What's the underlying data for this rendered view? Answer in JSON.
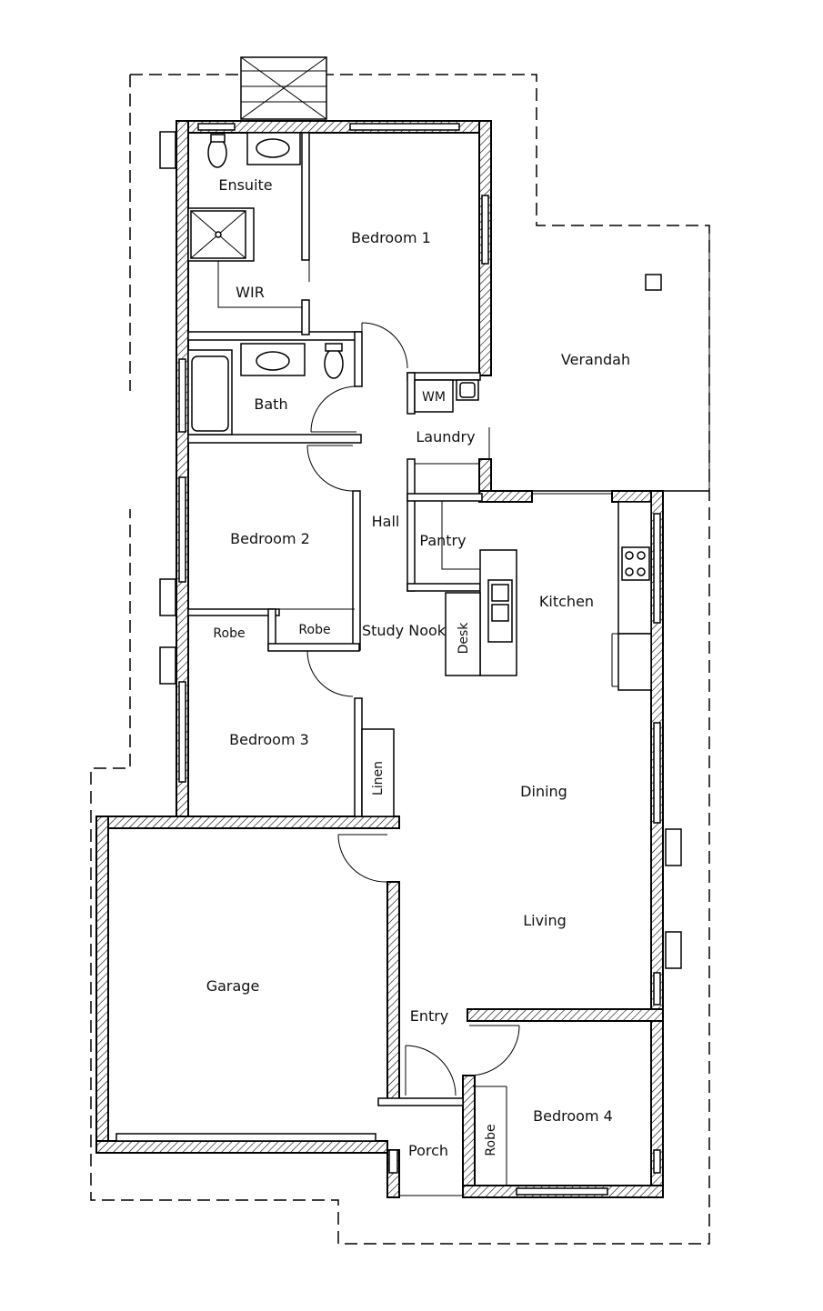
{
  "rooms": {
    "ensuite": "Ensuite",
    "bedroom1": "Bedroom 1",
    "wir": "WIR",
    "verandah": "Verandah",
    "bath": "Bath",
    "wm": "WM",
    "laundry": "Laundry",
    "hall": "Hall",
    "bedroom2": "Bedroom 2",
    "pantry": "Pantry",
    "kitchen": "Kitchen",
    "robe_bed2": "Robe",
    "robe_study": "Robe",
    "study_nook": "Study Nook",
    "desk": "Desk",
    "bedroom3": "Bedroom 3",
    "linen": "Linen",
    "dining": "Dining",
    "living": "Living",
    "garage": "Garage",
    "entry": "Entry",
    "porch": "Porch",
    "bedroom4": "Bedroom 4",
    "robe_bed4": "Robe"
  }
}
